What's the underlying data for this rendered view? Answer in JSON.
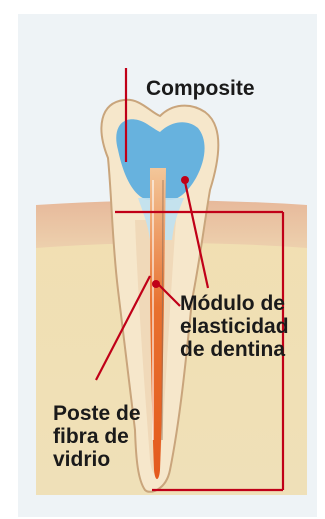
{
  "labels": {
    "composite": "Composite",
    "modulo": "Módulo de\nelasticidad\nde dentina",
    "poste": "Poste de\nfibra de\nvidrio"
  },
  "colors": {
    "background": "#eef3f6",
    "gum": "#e3b898",
    "bone": "#ecd9a8",
    "tooth": "#f2e2c4",
    "composite": "#4aa6d6",
    "post": "#e8602a",
    "lines": "#c00018"
  }
}
